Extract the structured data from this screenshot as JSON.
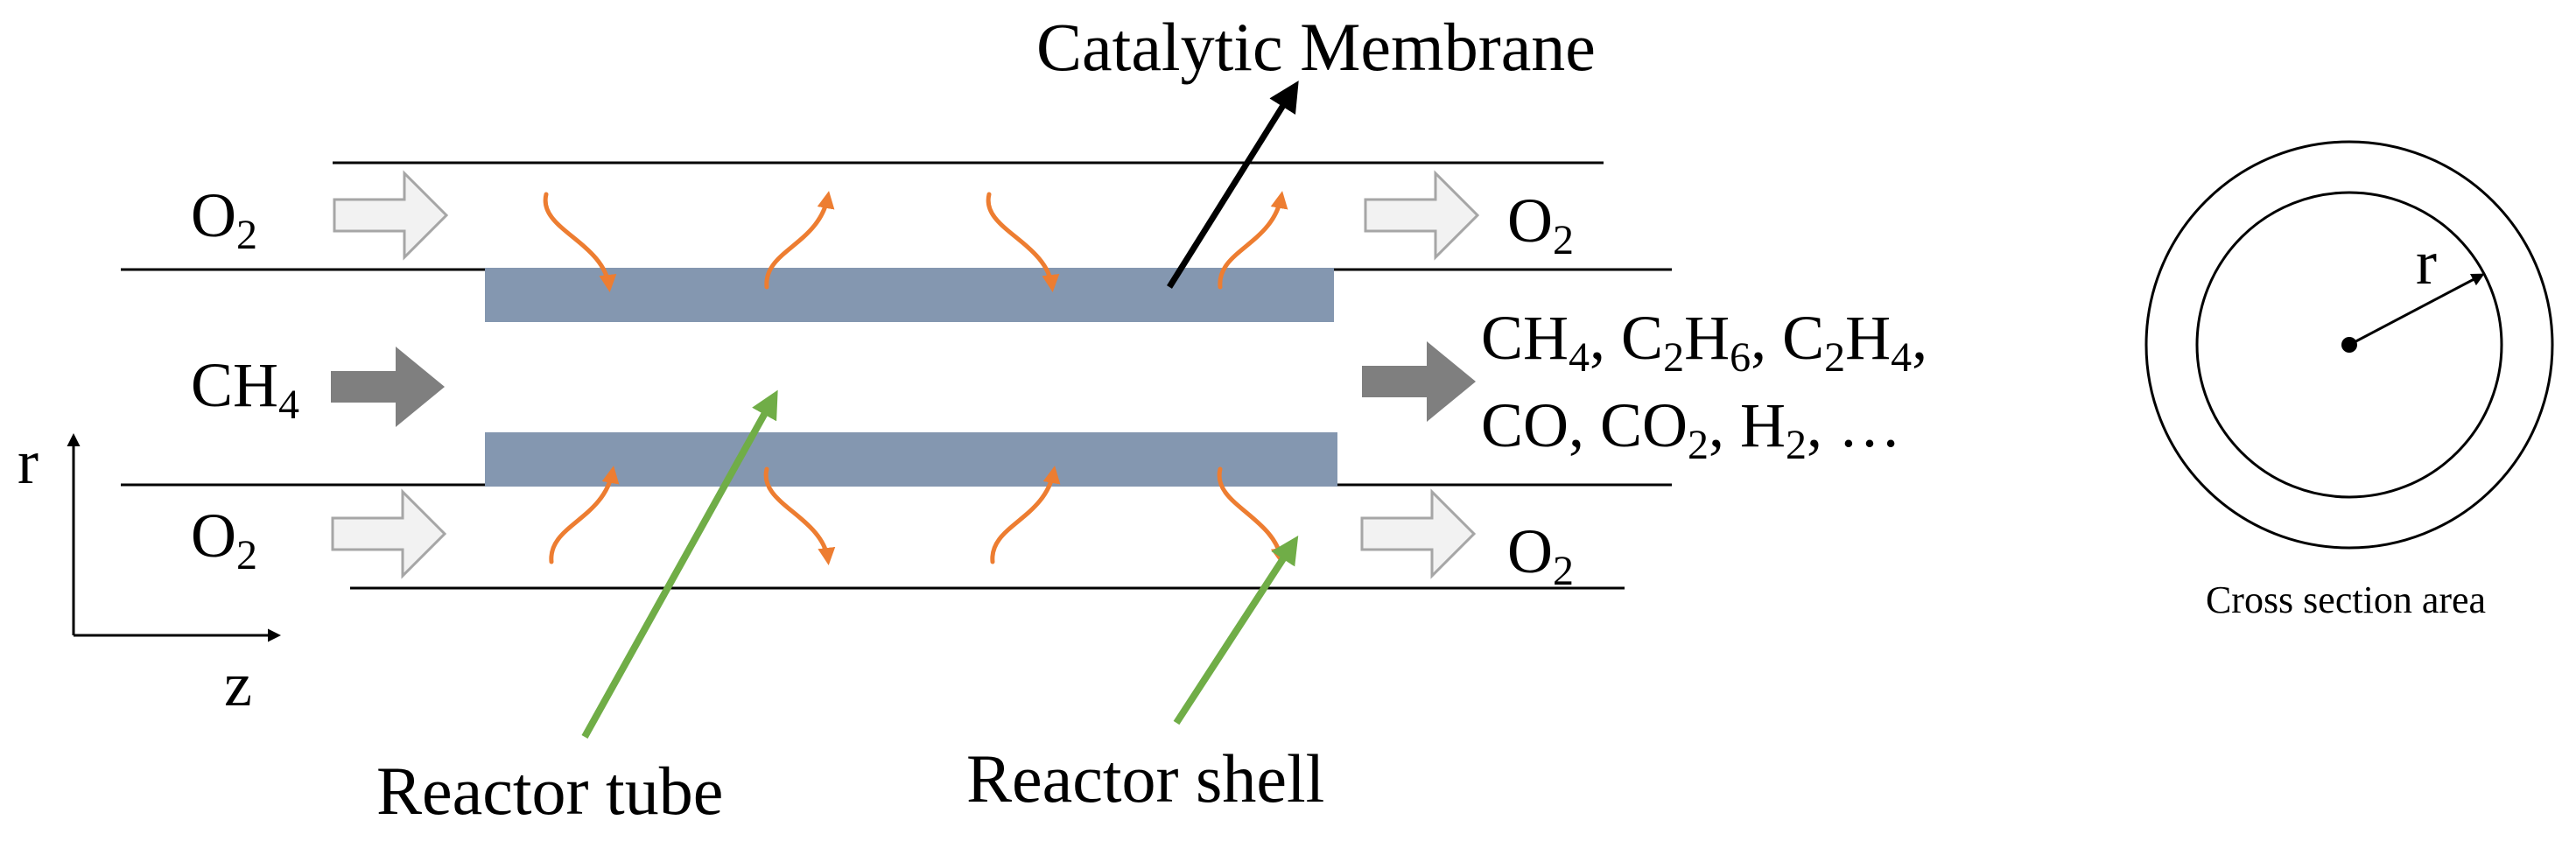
{
  "labels": {
    "catalytic_membrane": "Catalytic Membrane",
    "reactor_tube": "Reactor tube",
    "reactor_shell": "Reactor shell",
    "cross_section": "Cross section area",
    "axis_r": "r",
    "axis_z": "z",
    "radius_r": "r",
    "inlet_top": {
      "base": "O",
      "sub": "2"
    },
    "inlet_mid": {
      "base": "CH",
      "sub": "4"
    },
    "inlet_bot": {
      "base": "O",
      "sub": "2"
    },
    "outlet_top": {
      "base": "O",
      "sub": "2"
    },
    "outlet_bot": {
      "base": "O",
      "sub": "2"
    },
    "products_line1": [
      "CH",
      "4",
      ", C",
      "2",
      "H",
      "6",
      ", C",
      "2",
      "H",
      "4",
      ","
    ],
    "products_line2": [
      "CO, CO",
      "2",
      ", H",
      "2",
      ", …"
    ]
  },
  "colors": {
    "membrane": "#8497b0",
    "oxygen_flux": "#ed7d31",
    "pointer_green": "#70ad47",
    "feed_arrow": "#7f7f7f",
    "oxygen_arrow_fill": "#f2f2f2",
    "oxygen_arrow_stroke": "#a6a6a6"
  }
}
